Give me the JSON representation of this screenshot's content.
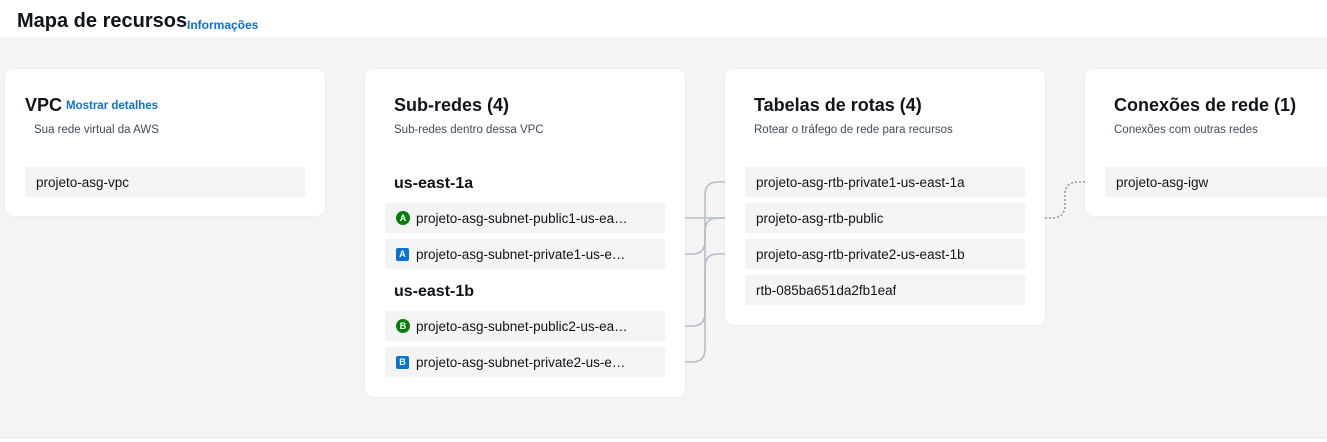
{
  "header": {
    "title": "Mapa de recursos",
    "info_link": "Informações"
  },
  "colors": {
    "link": "#0972d3",
    "public_badge": "#037f0c",
    "private_badge": "#0972d3",
    "connector": "#b6bec9",
    "background": "#f4f4f5"
  },
  "vpc": {
    "title": "VPC",
    "details_link": "Mostrar detalhes",
    "description": "Sua rede virtual da AWS",
    "name": "projeto-asg-vpc"
  },
  "subnets": {
    "title": "Sub-redes (4)",
    "description": "Sub-redes dentro dessa VPC",
    "zones": [
      {
        "name": "us-east-1a",
        "items": [
          {
            "badge": "A",
            "type": "public",
            "label": "projeto-asg-subnet-public1-us-ea…"
          },
          {
            "badge": "A",
            "type": "private",
            "label": "projeto-asg-subnet-private1-us-e…"
          }
        ]
      },
      {
        "name": "us-east-1b",
        "items": [
          {
            "badge": "B",
            "type": "public",
            "label": "projeto-asg-subnet-public2-us-ea…"
          },
          {
            "badge": "B",
            "type": "private",
            "label": "projeto-asg-subnet-private2-us-e…"
          }
        ]
      }
    ]
  },
  "route_tables": {
    "title": "Tabelas de rotas (4)",
    "description": "Rotear o tráfego de rede para recursos",
    "items": [
      "projeto-asg-rtb-private1-us-east-1a",
      "projeto-asg-rtb-public",
      "projeto-asg-rtb-private2-us-east-1b",
      "rtb-085ba651da2fb1eaf"
    ]
  },
  "connections": {
    "title": "Conexões de rede (1)",
    "description": "Conexões com outras redes",
    "items": [
      "projeto-asg-igw"
    ]
  }
}
